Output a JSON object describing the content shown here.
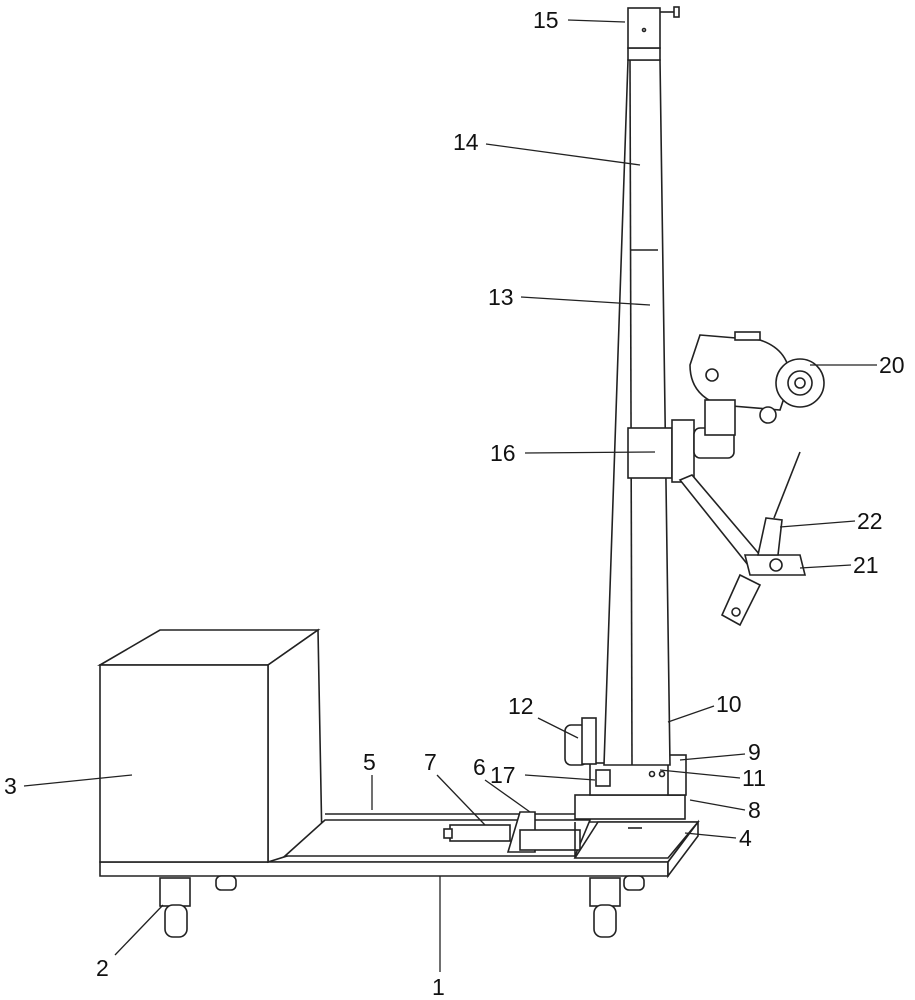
{
  "figure": {
    "labels": {
      "l1": "1",
      "l2": "2",
      "l3": "3",
      "l4": "4",
      "l5": "5",
      "l6": "6",
      "l7": "7",
      "l8": "8",
      "l9": "9",
      "l10": "10",
      "l11": "11",
      "l12": "12",
      "l13": "13",
      "l14": "14",
      "l15": "15",
      "l16": "16",
      "l17": "17",
      "l20": "20",
      "l21": "21",
      "l22": "22"
    },
    "colors": {
      "line": "#222222",
      "background": "#ffffff"
    }
  }
}
